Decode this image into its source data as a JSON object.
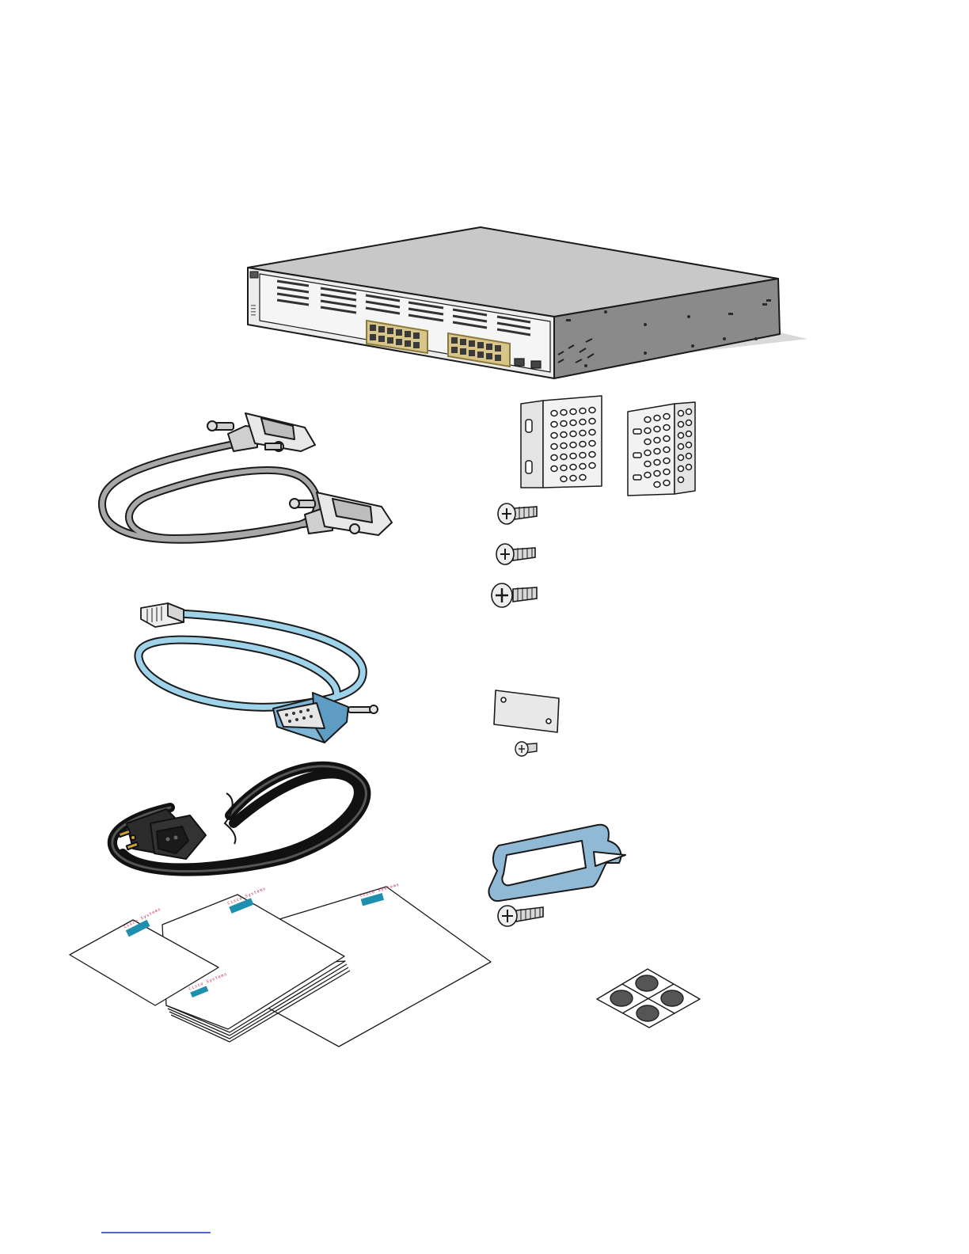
{
  "page": {
    "description_hidden": "",
    "brand_mark": "Cisco Systems",
    "footer_link": ""
  },
  "items": {
    "switch": "switch",
    "stack_cable": "stacking-cable",
    "console_cable": "console-cable",
    "power_cord": "ac-power-cord",
    "documents": "documentation",
    "rack_brackets": "rack-mount-brackets",
    "screws": "bracket-screws",
    "cover_plate": "blank-cover-plate",
    "cable_guide": "cable-guide",
    "rubber_feet": "rubber-feet"
  },
  "colors": {
    "outline": "#1a1a1a",
    "chassis_top": "#c8c8c8",
    "chassis_side": "#8a8a8a",
    "chassis_front": "#e6e6e6",
    "port_highlight": "#c8b26a",
    "console_cable": "#9fd3ea",
    "cable_guide": "#8fb9d4",
    "document_logo": "#1f8fb0",
    "document_logo_text": "#c0143c",
    "rubber_foot": "#555555",
    "footer_link": "#1a33cc"
  }
}
